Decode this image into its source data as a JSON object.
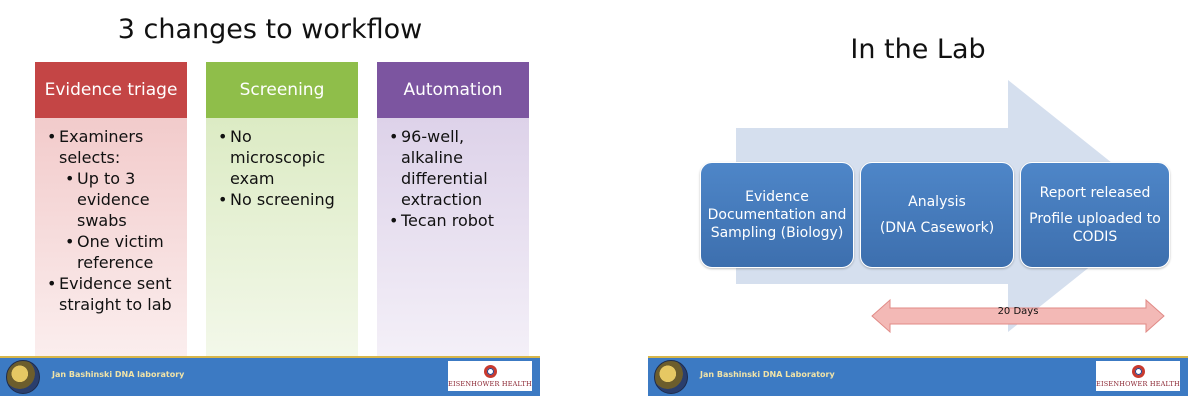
{
  "slide1": {
    "title": "3 changes to workflow",
    "columns": [
      {
        "heading": "Evidence triage",
        "items": [
          "Examiners selects:",
          "Evidence sent straight to lab"
        ],
        "subitems": [
          "Up to 3 evidence swabs",
          "One victim reference"
        ]
      },
      {
        "heading": "Screening",
        "items": [
          "No microscopic exam",
          "No screening"
        ]
      },
      {
        "heading": "Automation",
        "items": [
          "96-well, alkaline differential extraction",
          "Tecan robot"
        ]
      }
    ],
    "footer": {
      "lab": "Jan Bashinski DNA laboratory",
      "logo": "EISENHOWER HEALTH"
    }
  },
  "slide2": {
    "title": "In the Lab",
    "boxes": [
      {
        "line1": "Evidence Documentation and Sampling (Biology)"
      },
      {
        "line1": "Analysis",
        "line2": "(DNA Casework)"
      },
      {
        "line1": "Report released",
        "line2": "Profile uploaded to CODIS"
      }
    ],
    "duration": "20 Days",
    "footer": {
      "lab": "Jan Bashinski DNA Laboratory",
      "logo": "EISENHOWER HEALTH"
    }
  },
  "colors": {
    "triage_header": "#c44545",
    "screening_header": "#8fbe4a",
    "automation_header": "#7c55a0",
    "process_box": "#4a80c1",
    "big_arrow": "#d5dfee",
    "duration_arrow": "#f3b9b6",
    "footer_bar": "#3c7ac3"
  }
}
